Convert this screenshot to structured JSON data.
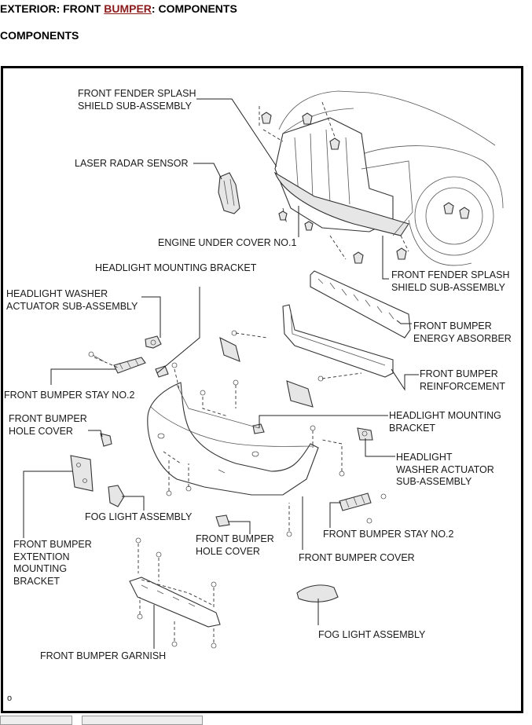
{
  "header": {
    "title_prefix": "EXTERIOR: FRONT ",
    "title_link": "BUMPER",
    "title_suffix": ": COMPONENTS",
    "subtitle": "COMPONENTS"
  },
  "diagram": {
    "labels": {
      "fender_splash_top_1": "FRONT FENDER SPLASH",
      "fender_splash_top_2": "SHIELD SUB-ASSEMBLY",
      "laser_radar": "LASER RADAR SENSOR",
      "engine_under_cover": "ENGINE UNDER COVER NO.1",
      "headlight_bracket_top": "HEADLIGHT MOUNTING BRACKET",
      "fender_splash_right_1": "FRONT FENDER SPLASH",
      "fender_splash_right_2": "SHIELD SUB-ASSEMBLY",
      "washer_left_1": "HEADLIGHT WASHER",
      "washer_left_2": "ACTUATOR SUB-ASSEMBLY",
      "energy_absorber_1": "FRONT BUMPER",
      "energy_absorber_2": "ENERGY ABSORBER",
      "stay_left": "FRONT BUMPER STAY NO.2",
      "reinforcement_1": "FRONT BUMPER",
      "reinforcement_2": "REINFORCEMENT",
      "hole_cover_left_1": "FRONT BUMPER",
      "hole_cover_left_2": "HOLE COVER",
      "headlight_bracket_right_1": "HEADLIGHT MOUNTING",
      "headlight_bracket_right_2": "BRACKET",
      "washer_right_1": "HEADLIGHT",
      "washer_right_2": "WASHER ACTUATOR",
      "washer_right_3": "SUB-ASSEMBLY",
      "fog_light_left": "FOG LIGHT ASSEMBLY",
      "stay_right": "FRONT BUMPER STAY NO.2",
      "ext_bracket_1": "FRONT BUMPER",
      "ext_bracket_2": "EXTENTION",
      "ext_bracket_3": "MOUNTING",
      "ext_bracket_4": "BRACKET",
      "hole_cover_mid_1": "FRONT BUMPER",
      "hole_cover_mid_2": "HOLE COVER",
      "bumper_cover": "FRONT BUMPER COVER",
      "fog_light_right": "FOG LIGHT ASSEMBLY",
      "garnish": "FRONT BUMPER GARNISH"
    },
    "corner_mark": "o"
  }
}
